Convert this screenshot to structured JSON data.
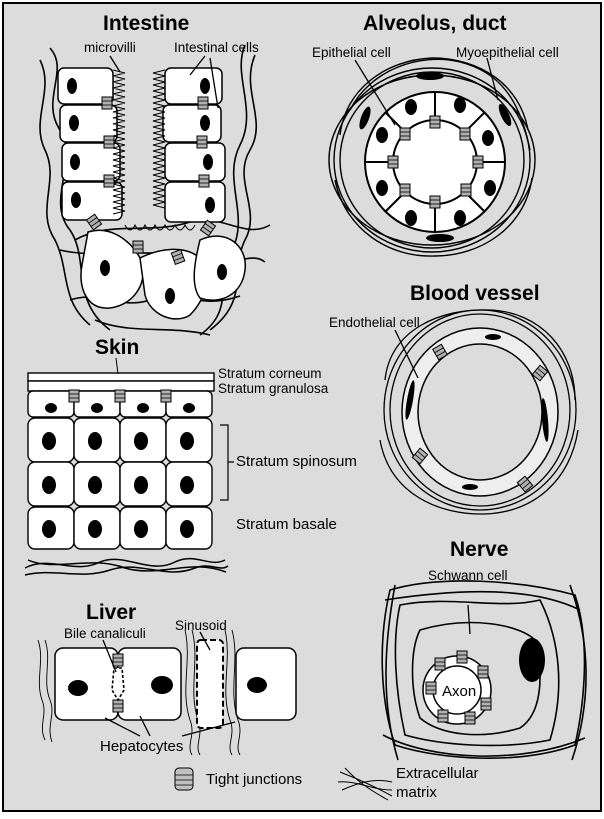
{
  "sections": {
    "intestine": {
      "title": "Intestine",
      "microvilli": "microvilli",
      "cells": "Intestinal cells"
    },
    "alveolus": {
      "title": "Alveolus, duct",
      "epithelial": "Epithelial cell",
      "myoepithelial": "Myoepithelial cell"
    },
    "blood_vessel": {
      "title": "Blood vessel",
      "endothelial": "Endothelial cell"
    },
    "skin": {
      "title": "Skin",
      "corneum": "Stratum corneum",
      "granulosa": "Stratum granulosa",
      "spinosum": "Stratum spinosum",
      "basale": "Stratum basale"
    },
    "nerve": {
      "title": "Nerve",
      "schwann": "Schwann cell",
      "axon": "Axon"
    },
    "liver": {
      "title": "Liver",
      "bile": "Bile canaliculi",
      "sinusoid": "Sinusoid",
      "hepatocytes": "Hepatocytes"
    }
  },
  "legend": {
    "tight": "Tight junctions",
    "ecm_line1": "Extracellular",
    "ecm_line2": "matrix"
  },
  "colors": {
    "background": "#dcdcdc",
    "border": "#000000",
    "nucleus": "#000000",
    "junction": "#a8a8a8"
  }
}
